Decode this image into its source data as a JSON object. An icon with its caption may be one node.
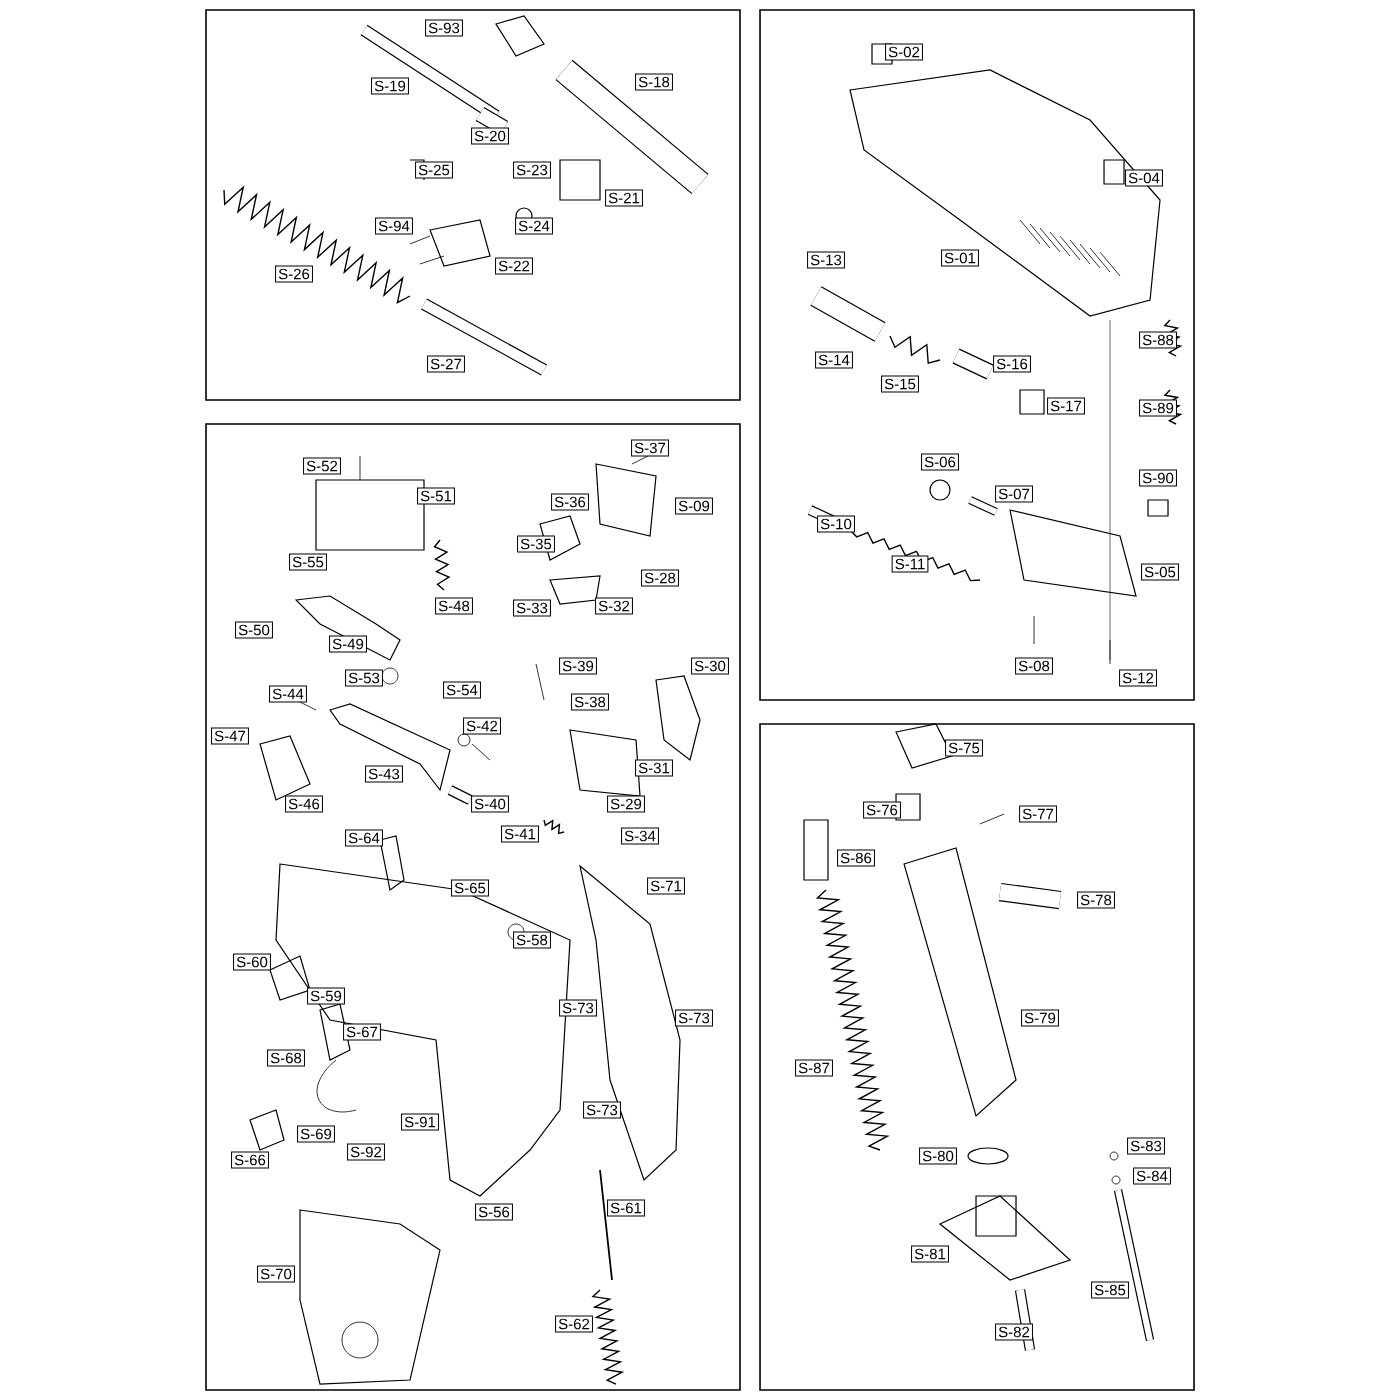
{
  "diagram": {
    "labels": [
      "S-93",
      "S-19",
      "S-18",
      "S-20",
      "S-25",
      "S-23",
      "S-21",
      "S-94",
      "S-24",
      "S-22",
      "S-26",
      "S-27",
      "S-02",
      "S-04",
      "S-13",
      "S-01",
      "S-14",
      "S-15",
      "S-16",
      "S-17",
      "S-88",
      "S-89",
      "S-90",
      "S-06",
      "S-07",
      "S-10",
      "S-11",
      "S-05",
      "S-08",
      "S-12",
      "S-52",
      "S-51",
      "S-37",
      "S-36",
      "S-09",
      "S-35",
      "S-55",
      "S-28",
      "S-48",
      "S-33",
      "S-32",
      "S-50",
      "S-49",
      "S-53",
      "S-54",
      "S-39",
      "S-30",
      "S-44",
      "S-38",
      "S-42",
      "S-47",
      "S-43",
      "S-31",
      "S-46",
      "S-40",
      "S-29",
      "S-64",
      "S-41",
      "S-34",
      "S-65",
      "S-71",
      "S-58",
      "S-60",
      "S-59",
      "S-73",
      "S-73",
      "S-67",
      "S-68",
      "S-73",
      "S-91",
      "S-69",
      "S-92",
      "S-66",
      "S-56",
      "S-61",
      "S-70",
      "S-62",
      "S-75",
      "S-76",
      "S-77",
      "S-86",
      "S-78",
      "S-79",
      "S-87",
      "S-80",
      "S-83",
      "S-84",
      "S-81",
      "S-85",
      "S-82"
    ]
  }
}
